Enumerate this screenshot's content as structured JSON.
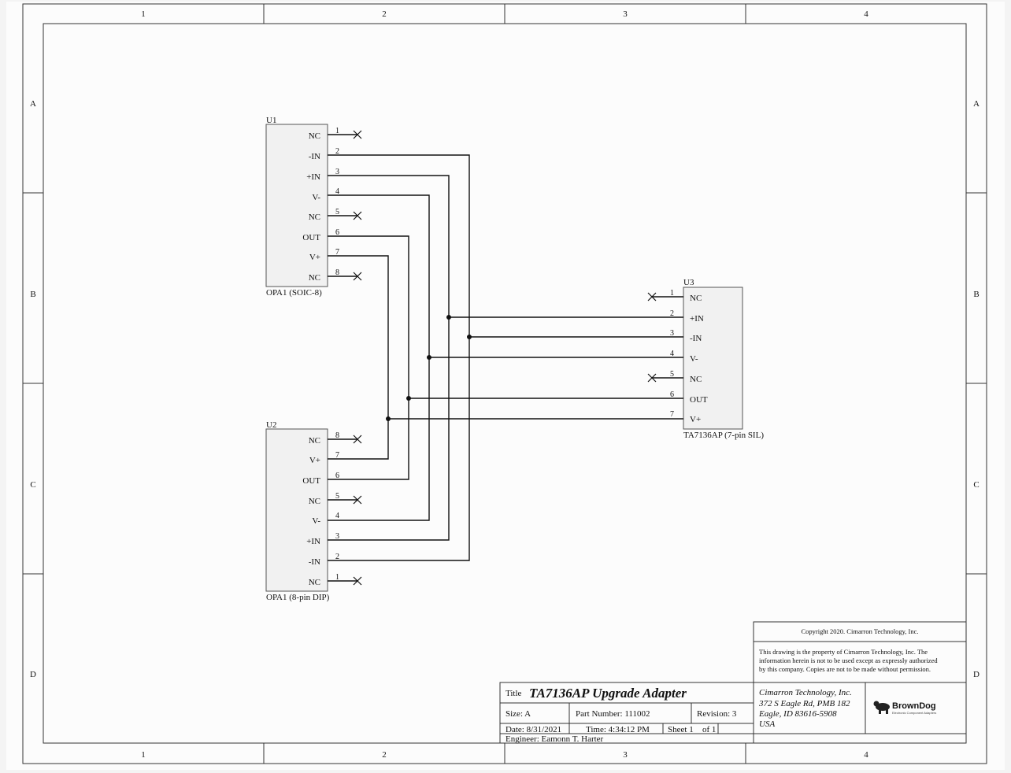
{
  "zones": {
    "columns": [
      "1",
      "2",
      "3",
      "4"
    ],
    "rows": [
      "A",
      "B",
      "C",
      "D"
    ]
  },
  "parts": {
    "u1": {
      "designator": "U1",
      "value": "OPA1 (SOIC-8)",
      "pins": [
        {
          "num": "1",
          "name": "NC"
        },
        {
          "num": "2",
          "name": "-IN"
        },
        {
          "num": "3",
          "name": "+IN"
        },
        {
          "num": "4",
          "name": "V-"
        },
        {
          "num": "5",
          "name": "NC"
        },
        {
          "num": "6",
          "name": "OUT"
        },
        {
          "num": "7",
          "name": "V+"
        },
        {
          "num": "8",
          "name": "NC"
        }
      ]
    },
    "u2": {
      "designator": "U2",
      "value": "OPA1 (8-pin DIP)",
      "pins": [
        {
          "num": "8",
          "name": "NC"
        },
        {
          "num": "7",
          "name": "V+"
        },
        {
          "num": "6",
          "name": "OUT"
        },
        {
          "num": "5",
          "name": "NC"
        },
        {
          "num": "4",
          "name": "V-"
        },
        {
          "num": "3",
          "name": "+IN"
        },
        {
          "num": "2",
          "name": "-IN"
        },
        {
          "num": "1",
          "name": "NC"
        }
      ]
    },
    "u3": {
      "designator": "U3",
      "value": "TA7136AP (7-pin SIL)",
      "pins": [
        {
          "num": "1",
          "name": "NC"
        },
        {
          "num": "2",
          "name": "+IN"
        },
        {
          "num": "3",
          "name": "-IN"
        },
        {
          "num": "4",
          "name": "V-"
        },
        {
          "num": "5",
          "name": "NC"
        },
        {
          "num": "6",
          "name": "OUT"
        },
        {
          "num": "7",
          "name": "V+"
        }
      ]
    }
  },
  "title_block": {
    "copyright": "Copyright 2020. Cimarron Technology, Inc.",
    "notice_lines": [
      "This drawing is the property of Cimarron Technology, Inc. The",
      "information herein is not to be used except as expressly authorized",
      "by this company. Copies are not to be made without permission."
    ],
    "title_label": "Title",
    "title": "TA7136AP Upgrade Adapter",
    "size": "Size:  A",
    "part_number": "Part Number:  111002",
    "revision": "Revision:  3",
    "date": "Date:  8/31/2021",
    "time": "Time:  4:34:12 PM",
    "sheet": "Sheet 1",
    "of": "of  1",
    "engineer": "Engineer:   Eamonn T. Harter",
    "company_lines": [
      "Cimarron Technology, Inc.",
      "372 S Eagle Rd, PMB 182",
      "Eagle, ID  83616-5908",
      "USA"
    ],
    "logo_text": "BrownDog",
    "logo_tagline": "Electronic Component Adapters"
  }
}
